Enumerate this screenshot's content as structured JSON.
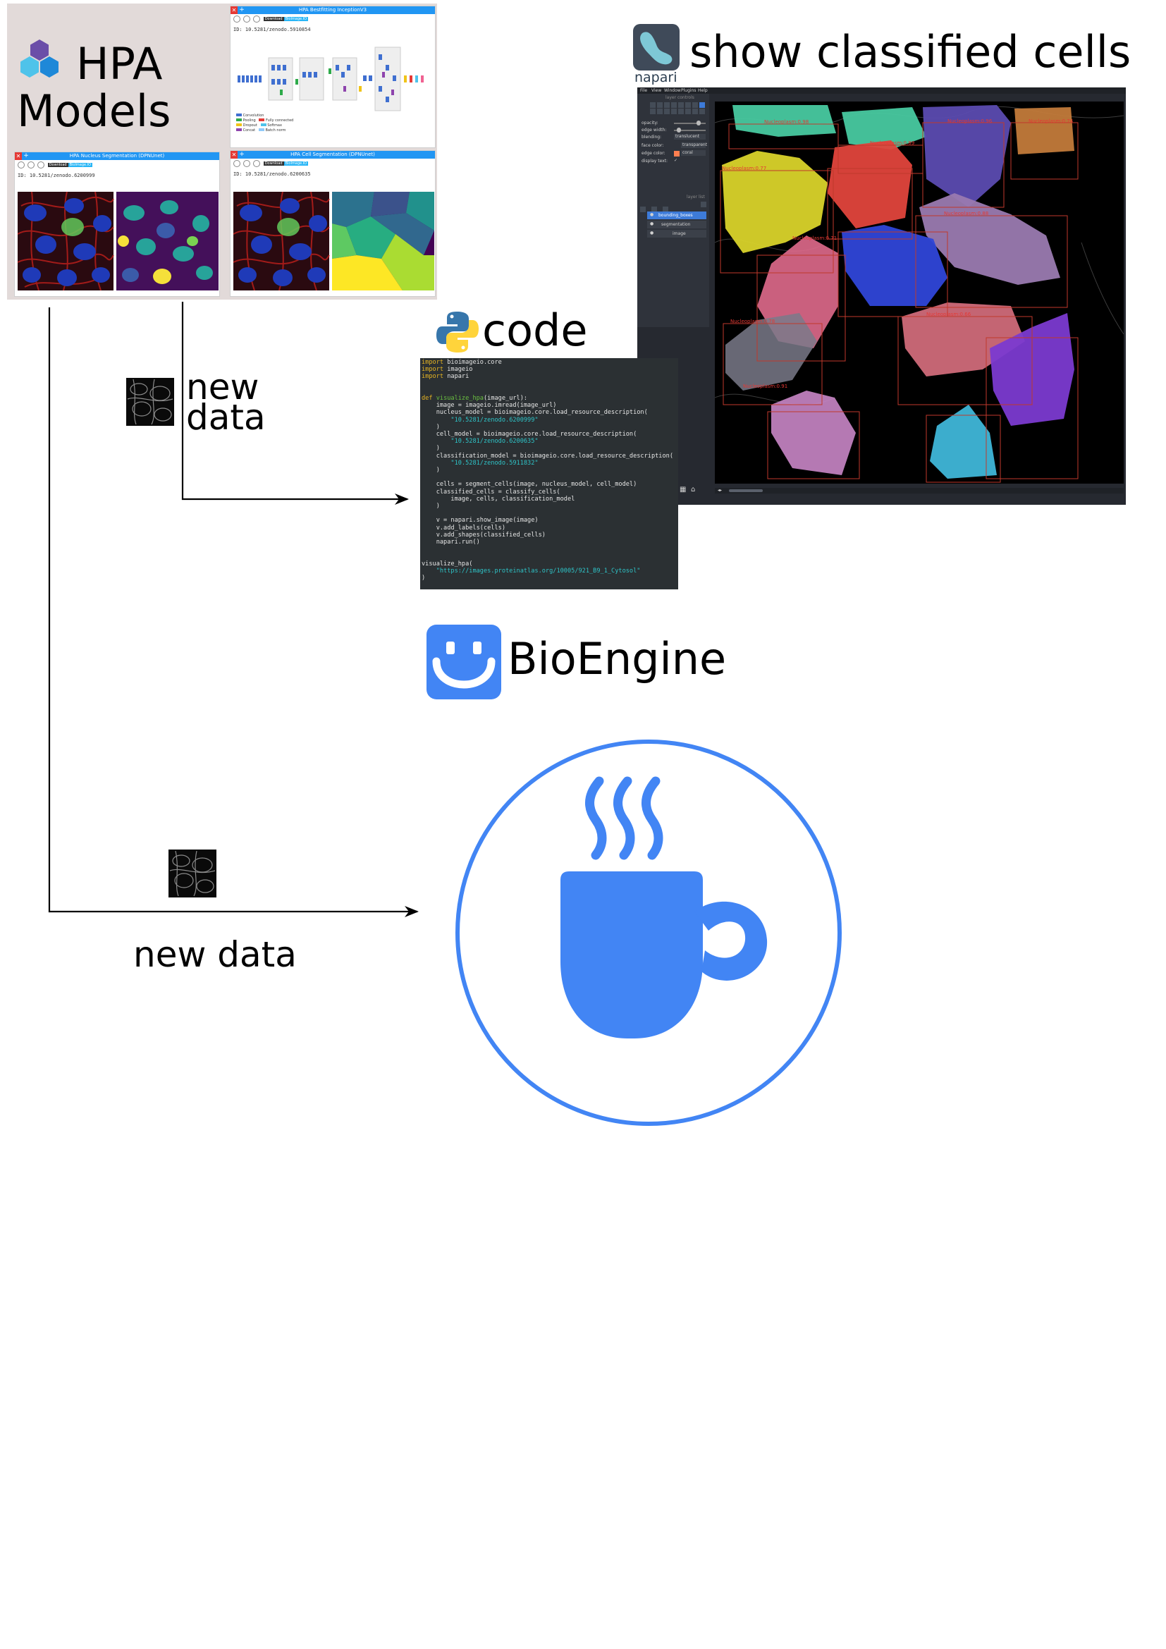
{
  "hpa": {
    "title_line1": "HPA",
    "title_line2": "Models",
    "cards": [
      {
        "title": "HPA Bestfitting InceptionV3",
        "id": "ID: 10.5281/zenodo.5910854"
      },
      {
        "title": "HPA Nucleus Segmentation (DPNUnet)",
        "id": "ID: 10.5281/zenodo.6200999"
      },
      {
        "title": "HPA Cell Segmentation (DPNUnet)",
        "id": "ID: 10.5281/zenodo.6200635"
      }
    ],
    "badge_dark": "Download",
    "badge_blue": "BioImage.IO",
    "legend": [
      "Convolution",
      "Pooling",
      "Dropout",
      "Concat",
      "Fully connected",
      "Softmax",
      "Batch norm"
    ]
  },
  "napari": {
    "title": "show classified cells",
    "logo_text": "napari",
    "menu": [
      "File",
      "View",
      "Window",
      "Plugins",
      "Help"
    ],
    "controls_header": "layer controls",
    "controls": [
      {
        "label": "opacity:"
      },
      {
        "label": "edge width:"
      },
      {
        "label": "blending:",
        "value": "translucent"
      },
      {
        "label": "face color:",
        "value": "transparent"
      },
      {
        "label": "edge color:",
        "value": "coral"
      },
      {
        "label": "display text:"
      }
    ],
    "layer_list_header": "layer list",
    "layers": [
      "bounding_boxes",
      "segmentation",
      "image"
    ],
    "cell_labels": [
      "Nucleoplasm:0.98",
      "Nucleoplasm:0.89",
      "Nucleoplasm:0.96",
      "Nucleoplasm:0.74",
      "Nucleoplasm:0.77",
      "Nucleoplasm:0.71",
      "Nucleoplasm:0.88",
      "Nucleoplasm:0.78",
      "Nucleoplasm:0.66",
      "Nucleoplasm:0.91"
    ]
  },
  "code": {
    "title": "code",
    "lines": [
      [
        {
          "t": "import",
          "c": "kw"
        },
        {
          "t": " bioimageio.core"
        }
      ],
      [
        {
          "t": "import",
          "c": "kw"
        },
        {
          "t": " imageio"
        }
      ],
      [
        {
          "t": "import",
          "c": "kw"
        },
        {
          "t": " napari"
        }
      ],
      [
        {
          "t": ""
        }
      ],
      [
        {
          "t": ""
        }
      ],
      [
        {
          "t": "def",
          "c": "kw"
        },
        {
          "t": " "
        },
        {
          "t": "visualize_hpa",
          "c": "fn"
        },
        {
          "t": "(image_url):"
        }
      ],
      [
        {
          "t": "    image = imageio.imread(image_url)"
        }
      ],
      [
        {
          "t": "    nucleus_model = bioimageio.core.load_resource_description("
        }
      ],
      [
        {
          "t": "        "
        },
        {
          "t": "\"10.5281/zenodo.6200999\"",
          "c": "str"
        }
      ],
      [
        {
          "t": "    )"
        }
      ],
      [
        {
          "t": "    cell_model = bioimageio.core.load_resource_description("
        }
      ],
      [
        {
          "t": "        "
        },
        {
          "t": "\"10.5281/zenodo.6200635\"",
          "c": "str"
        }
      ],
      [
        {
          "t": "    )"
        }
      ],
      [
        {
          "t": "    classification_model = bioimageio.core.load_resource_description("
        }
      ],
      [
        {
          "t": "        "
        },
        {
          "t": "\"10.5281/zenodo.5911832\"",
          "c": "str"
        }
      ],
      [
        {
          "t": "    )"
        }
      ],
      [
        {
          "t": ""
        }
      ],
      [
        {
          "t": "    cells = segment_cells(image, nucleus_model, cell_model)"
        }
      ],
      [
        {
          "t": "    classified_cells = classify_cells("
        }
      ],
      [
        {
          "t": "        image, cells, classification_model"
        }
      ],
      [
        {
          "t": "    )"
        }
      ],
      [
        {
          "t": ""
        }
      ],
      [
        {
          "t": "    v = napari.show_image(image)"
        }
      ],
      [
        {
          "t": "    v.add_labels(cells)"
        }
      ],
      [
        {
          "t": "    v.add_shapes(classified_cells)"
        }
      ],
      [
        {
          "t": "    napari.run()"
        }
      ],
      [
        {
          "t": ""
        }
      ],
      [
        {
          "t": ""
        }
      ],
      [
        {
          "t": "visualize_hpa("
        }
      ],
      [
        {
          "t": "    "
        },
        {
          "t": "\"https://images.proteinatlas.org/10005/921_B9_1_Cytosol\"",
          "c": "str"
        }
      ],
      [
        {
          "t": ")"
        }
      ]
    ]
  },
  "bioengine": {
    "title": "BioEngine"
  },
  "labels": {
    "new_data_top_line1": "new",
    "new_data_top_line2": "data",
    "new_data_bottom": "new data"
  },
  "colors": {
    "accent_blue": "#4285f4",
    "hpa_bg": "#e2dad9",
    "code_bg": "#2b3033",
    "napari_bg": "#262930"
  }
}
